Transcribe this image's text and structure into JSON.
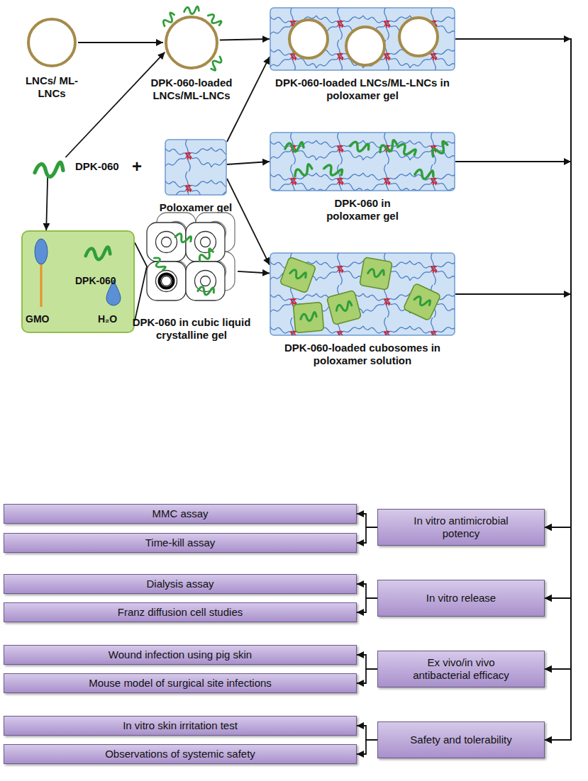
{
  "diagram": {
    "nodes": [
      {
        "text": [
          "LNCs/ ML-LNCs"
        ]
      },
      {
        "text": [
          "DPK-060-loaded LNCs/ML-LNCs"
        ]
      },
      {
        "text": [
          "DPK-060-loaded LNCs/ML-LNCs in poloxamer gel"
        ]
      },
      {
        "text": [
          "DPK-060"
        ]
      },
      {
        "text": [
          "Poloxamer gel"
        ]
      },
      {
        "text": [
          "DPK-060 in poloxamer gel"
        ]
      },
      {
        "text": [
          "GMO",
          "DPK-060",
          "H₂O"
        ]
      },
      {
        "text": [
          "DPK-060 in cubic liquid crystalline gel"
        ]
      },
      {
        "text": [
          "DPK-060-loaded cubosomes in poloxamer solution"
        ]
      },
      {
        "text": [
          "In vitro antimicrobial potency"
        ]
      },
      {
        "text": [
          "MMC assay"
        ]
      },
      {
        "text": [
          "Time-kill assay"
        ]
      },
      {
        "text": [
          "In vitro release"
        ]
      },
      {
        "text": [
          "Dialysis assay"
        ]
      },
      {
        "text": [
          "Franz diffusion cell studies"
        ]
      },
      {
        "text": [
          "Ex vivo/in vivo antibacterial efficacy"
        ]
      },
      {
        "text": [
          "Wound infection using pig skin"
        ]
      },
      {
        "text": [
          "Mouse model of surgical site infections"
        ]
      },
      {
        "text": [
          "Safety and tolerability"
        ]
      },
      {
        "text": [
          "In vitro skin irritation test"
        ]
      },
      {
        "text": [
          "Observations of systemic safety"
        ]
      }
    ],
    "edges": [
      {
        "from": 0,
        "to": 1,
        "arrow": "to"
      },
      {
        "from": 1,
        "to": 2,
        "arrow": "to"
      },
      {
        "from": 3,
        "to": 1,
        "arrow": "to"
      },
      {
        "from": 3,
        "to": 6,
        "arrow": "to"
      },
      {
        "from": 4,
        "to": 2,
        "arrow": "to"
      },
      {
        "from": 4,
        "to": 5,
        "arrow": "to"
      },
      {
        "from": 4,
        "to": 8,
        "arrow": "to"
      },
      {
        "from": 6,
        "to": 7,
        "arrow": "none"
      },
      {
        "from": 7,
        "to": 8,
        "arrow": "to"
      },
      {
        "from": 2,
        "to": 9,
        "arrow": "to"
      },
      {
        "from": 2,
        "to": 12,
        "arrow": "to"
      },
      {
        "from": 2,
        "to": 15,
        "arrow": "to"
      },
      {
        "from": 2,
        "to": 18,
        "arrow": "to"
      },
      {
        "from": 5,
        "to": 9,
        "arrow": "to"
      },
      {
        "from": 5,
        "to": 12,
        "arrow": "to"
      },
      {
        "from": 5,
        "to": 15,
        "arrow": "to"
      },
      {
        "from": 5,
        "to": 18,
        "arrow": "to"
      },
      {
        "from": 8,
        "to": 9,
        "arrow": "to"
      },
      {
        "from": 8,
        "to": 12,
        "arrow": "to"
      },
      {
        "from": 8,
        "to": 15,
        "arrow": "to"
      },
      {
        "from": 8,
        "to": 18,
        "arrow": "to"
      },
      {
        "from": 9,
        "to": 10,
        "arrow": "to"
      },
      {
        "from": 9,
        "to": 11,
        "arrow": "to"
      },
      {
        "from": 12,
        "to": 13,
        "arrow": "to"
      },
      {
        "from": 12,
        "to": 14,
        "arrow": "to"
      },
      {
        "from": 15,
        "to": 16,
        "arrow": "to"
      },
      {
        "from": 15,
        "to": 17,
        "arrow": "to"
      },
      {
        "from": 18,
        "to": 19,
        "arrow": "to"
      },
      {
        "from": 18,
        "to": 20,
        "arrow": "to"
      }
    ],
    "labels": [
      "+"
    ]
  }
}
